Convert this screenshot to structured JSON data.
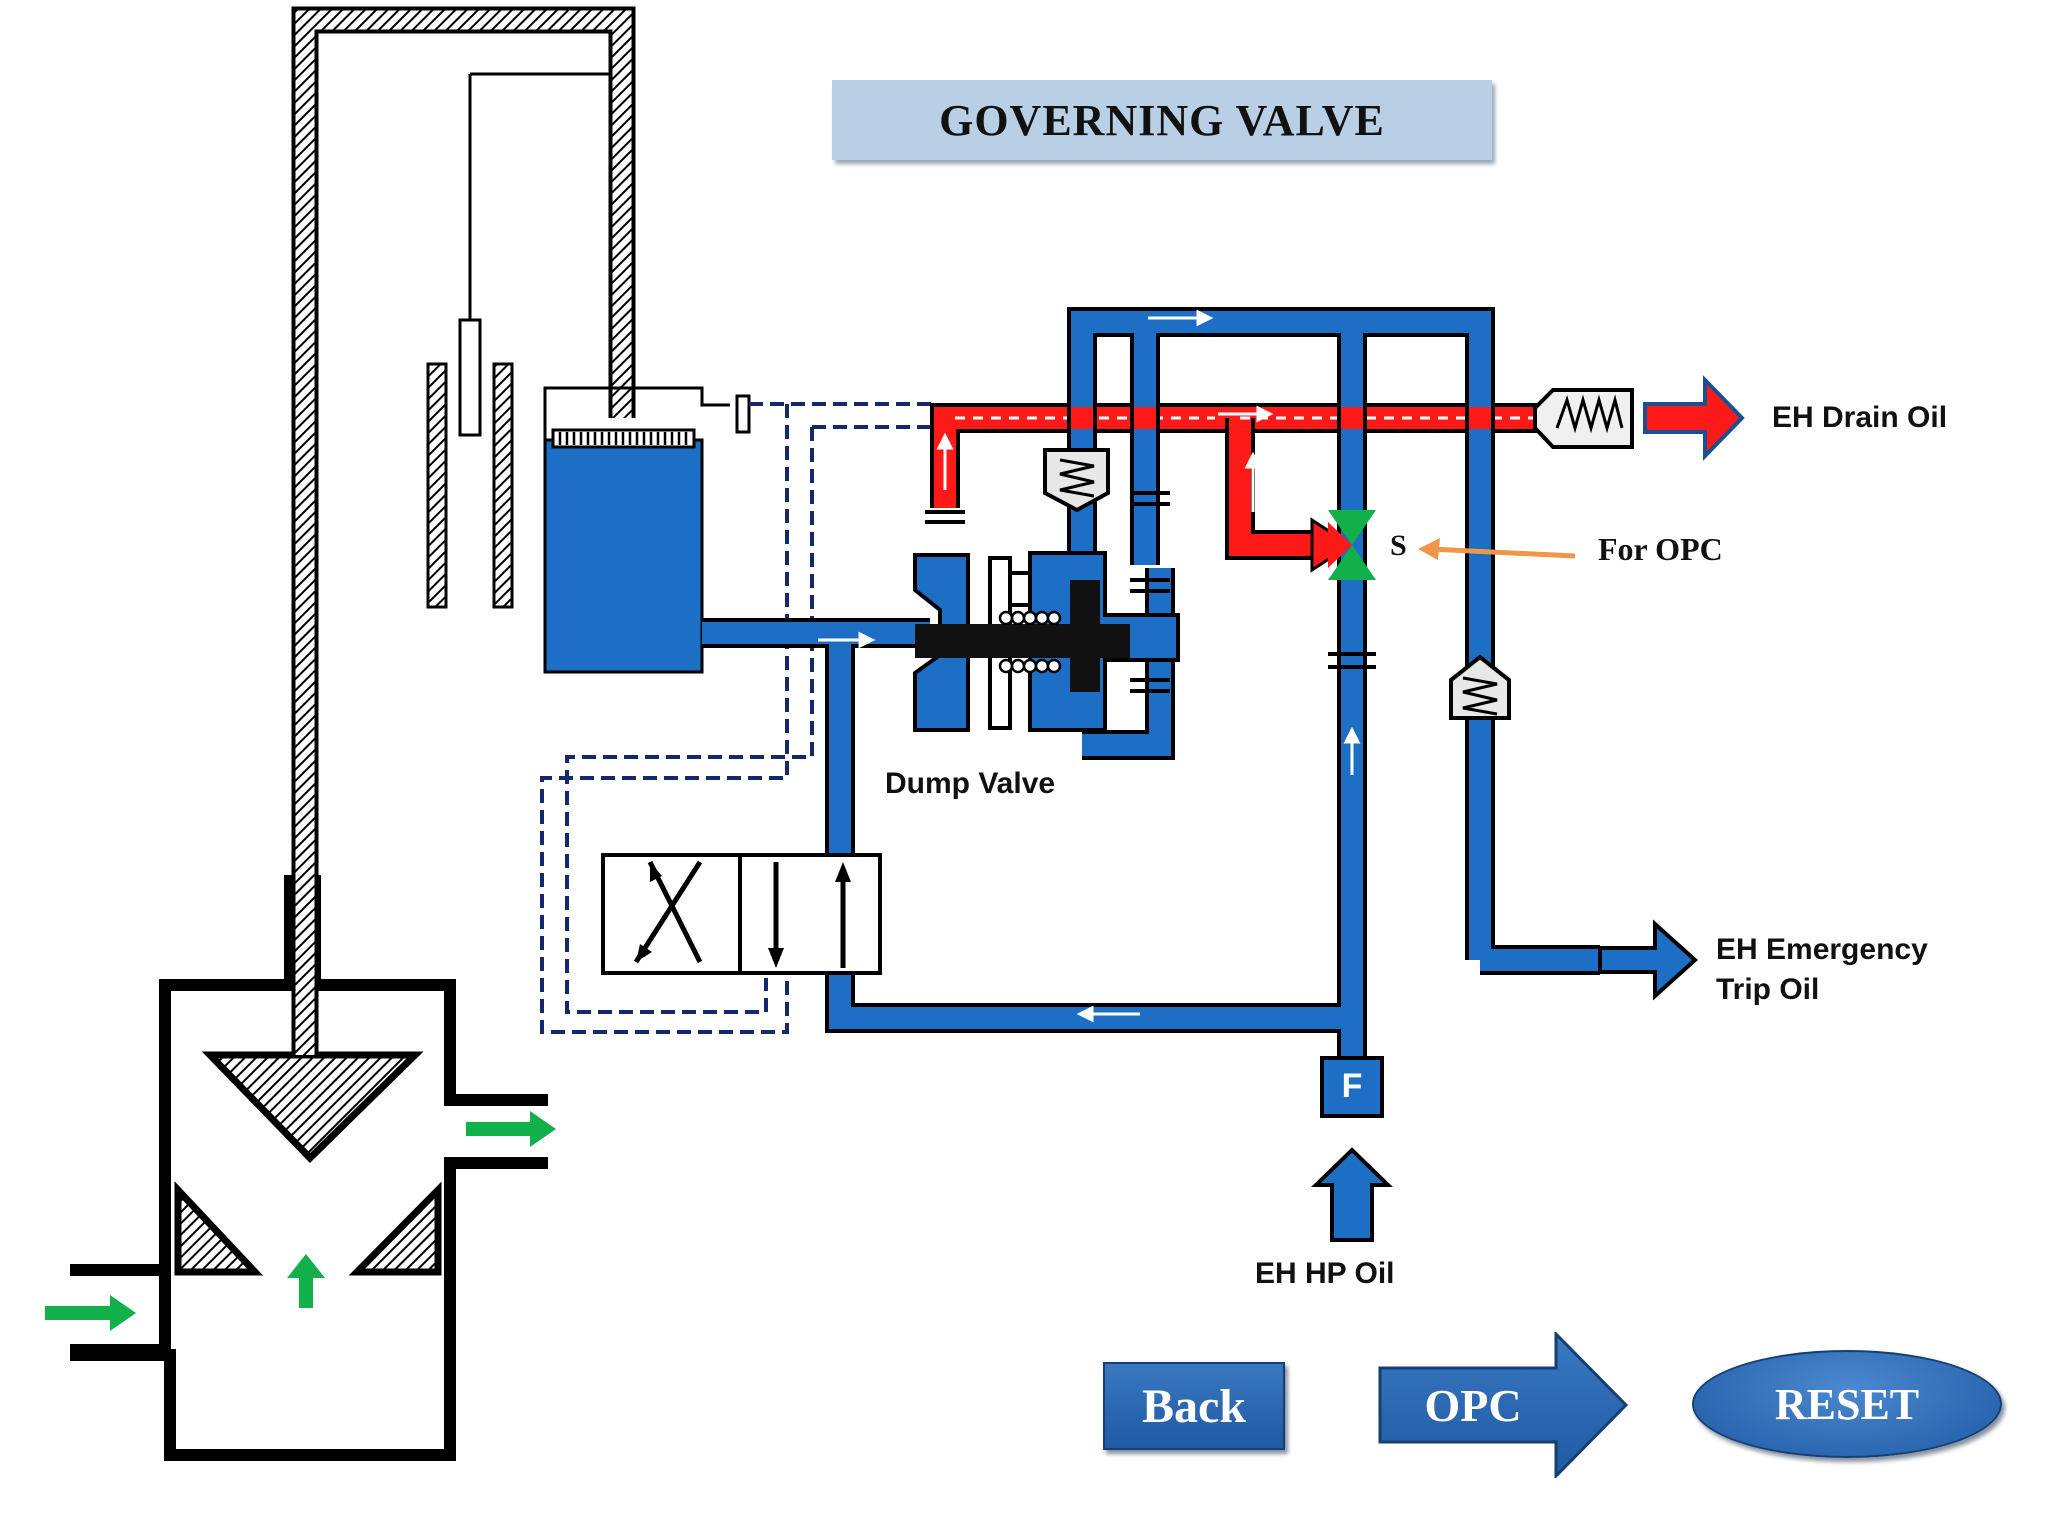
{
  "title": "GOVERNING VALVE",
  "labels": {
    "eh_drain_oil": "EH Drain Oil",
    "for_opc": "For OPC",
    "solenoid_s": "S",
    "dump_valve": "Dump Valve",
    "eh_emergency_trip_oil_line1": "EH Emergency",
    "eh_emergency_trip_oil_line2": "Trip Oil",
    "eh_hp_oil": "EH HP Oil",
    "filter_f": "F"
  },
  "buttons": {
    "back": "Back",
    "opc": "OPC",
    "reset": "RESET"
  },
  "colors": {
    "oil_blue": "#1c6fc4",
    "drain_red": "#ff1a1a",
    "flow_green": "#12b04a",
    "pointer_orange": "#f0964a",
    "title_bg": "#b9cfe6",
    "dashed_line": "#14286e"
  }
}
